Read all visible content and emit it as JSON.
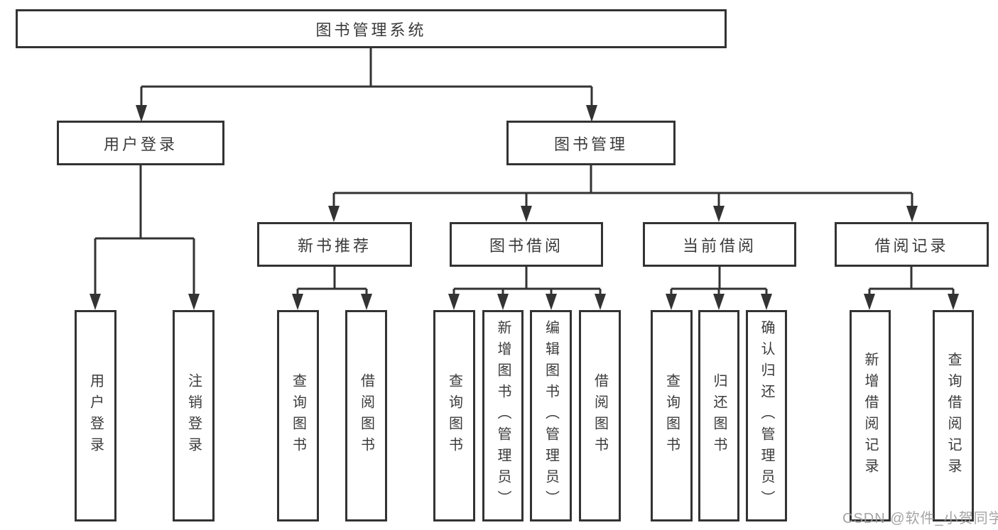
{
  "tree": {
    "root": {
      "label": "图书管理系统"
    },
    "user_branch": {
      "label": "用户登录",
      "children": [
        "用户登录",
        "注销登录"
      ]
    },
    "book_branch": {
      "label": "图书管理",
      "sections": [
        {
          "label": "新书推荐",
          "children": [
            "查询图书",
            "借阅图书"
          ]
        },
        {
          "label": "图书借阅",
          "children": [
            "查询图书",
            "新增图书（管理员）",
            "编辑图书（管理员）",
            "借阅图书"
          ]
        },
        {
          "label": "当前借阅",
          "children": [
            "查询图书",
            "归还图书",
            "确认归还（管理员）"
          ]
        },
        {
          "label": "借阅记录",
          "children": [
            "新增借阅记录",
            "查询借阅记录"
          ]
        }
      ]
    }
  },
  "watermark": "CSDN @软件_小贺同学",
  "colors": {
    "line": "#333333",
    "text": "#3b3b3b",
    "background": "#ffffff",
    "watermark": "#9b9b9b"
  }
}
